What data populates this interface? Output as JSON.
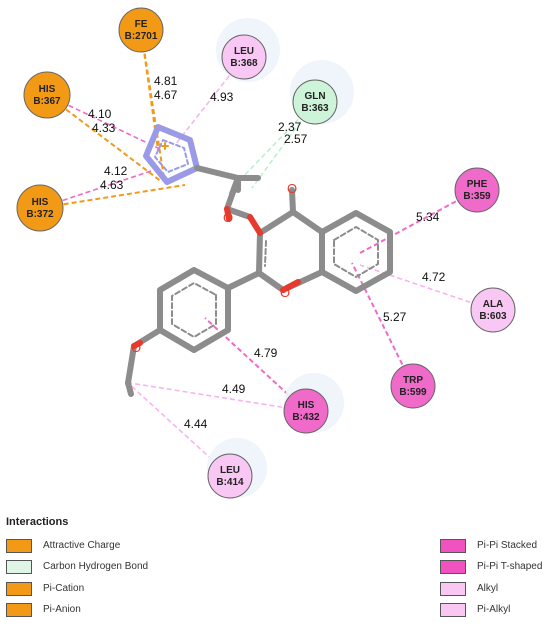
{
  "residues": [
    {
      "id": "fe",
      "name": "FE",
      "chain": "B:2701",
      "color": "#f29a16"
    },
    {
      "id": "his367",
      "name": "HIS",
      "chain": "B:367",
      "color": "#f29a16"
    },
    {
      "id": "his372",
      "name": "HIS",
      "chain": "B:372",
      "color": "#f29a16"
    },
    {
      "id": "leu368",
      "name": "LEU",
      "chain": "B:368",
      "color": "#f8c7f3"
    },
    {
      "id": "gln363",
      "name": "GLN",
      "chain": "B:363",
      "color": "#cdf3d8"
    },
    {
      "id": "phe359",
      "name": "PHE",
      "chain": "B:359",
      "color": "#f06ac9"
    },
    {
      "id": "ala603",
      "name": "ALA",
      "chain": "B:603",
      "color": "#f8c7f3"
    },
    {
      "id": "trp599",
      "name": "TRP",
      "chain": "B:599",
      "color": "#f06ac9"
    },
    {
      "id": "his432",
      "name": "HIS",
      "chain": "B:432",
      "color": "#f06ac9"
    },
    {
      "id": "leu414",
      "name": "LEU",
      "chain": "B:414",
      "color": "#f8c7f3"
    }
  ],
  "distances": [
    "4.81",
    "4.67",
    "4.93",
    "4.10",
    "4.33",
    "2.37",
    "2.57",
    "4.12",
    "4.63",
    "5.34",
    "4.72",
    "5.27",
    "4.79",
    "4.49",
    "4.44"
  ],
  "atoms": {
    "carbonyl_oxygen": "O",
    "ether_oxygen": "O",
    "ring_oxygen": "O",
    "methoxy_oxygen": "O"
  },
  "colors": {
    "bond": "#8c8c8c",
    "triazole": "#9a9ae6",
    "oxygen": "#e63a2e",
    "attractive_charge": "#f29a16",
    "pi_stack": "#e84ab8",
    "alkyl": "#f0a8e6",
    "chb": "#b0f0cc"
  },
  "legend": {
    "title": "Interactions",
    "items": [
      {
        "label": "Attractive Charge",
        "color": "#f29a16"
      },
      {
        "label": "Carbon Hydrogen Bond",
        "color": "#dff5e6"
      },
      {
        "label": "Pi-Cation",
        "color": "#f29a16"
      },
      {
        "label": "Pi-Anion",
        "color": "#f29a16"
      },
      {
        "label": "Pi-Pi Stacked",
        "color": "#f052c0"
      },
      {
        "label": "Pi-Pi T-shaped",
        "color": "#f052c0"
      },
      {
        "label": "Alkyl",
        "color": "#f8c7f3"
      },
      {
        "label": "Pi-Alkyl",
        "color": "#f8c7f3"
      }
    ]
  }
}
